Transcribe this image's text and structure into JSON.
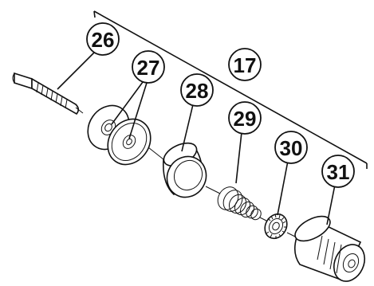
{
  "diagram": {
    "assembly_label": "17",
    "callouts": [
      {
        "id": "26",
        "label": "26"
      },
      {
        "id": "27",
        "label": "27"
      },
      {
        "id": "28",
        "label": "28"
      },
      {
        "id": "29",
        "label": "29"
      },
      {
        "id": "30",
        "label": "30"
      },
      {
        "id": "31",
        "label": "31"
      }
    ]
  }
}
